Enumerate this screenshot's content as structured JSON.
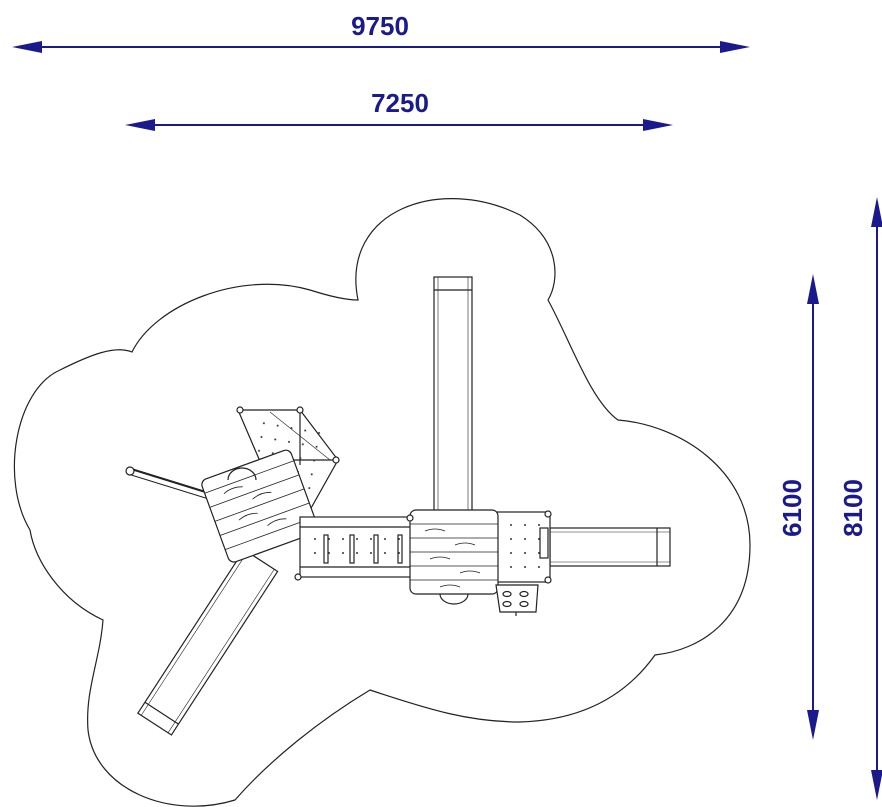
{
  "colors": {
    "dimension": "#1a1a8c",
    "drawing": "#222222",
    "background": "#ffffff"
  },
  "dimensions": {
    "overall_width": "9750",
    "structure_width": "7250",
    "structure_depth": "6100",
    "overall_depth": "8100"
  }
}
